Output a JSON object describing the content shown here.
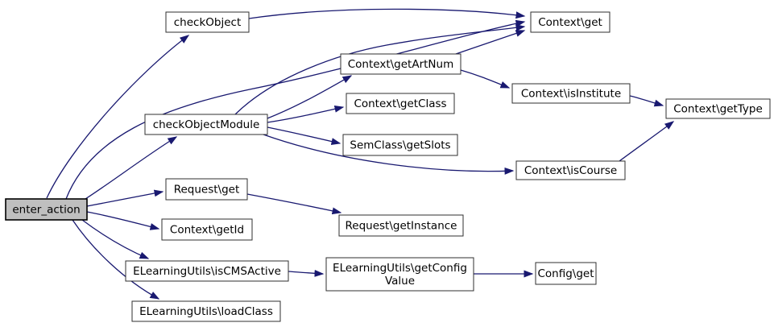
{
  "diagram": {
    "kind": "call-graph",
    "root_function": "enter_action",
    "colors": {
      "edge": "#191970",
      "node_fill": "#ffffff",
      "node_border": "#2f2f2f",
      "root_node_fill": "#bfbfbf",
      "text": "#000000",
      "background": "#ffffff"
    },
    "nodes": {
      "enter_action": {
        "label": "enter_action"
      },
      "check_object": {
        "label": "checkObject"
      },
      "check_object_module": {
        "label": "checkObjectModule"
      },
      "context_get": {
        "label": "Context\\get"
      },
      "context_get_art_num": {
        "label": "Context\\getArtNum"
      },
      "context_get_class": {
        "label": "Context\\getClass"
      },
      "sem_class_get_slots": {
        "label": "SemClass\\getSlots"
      },
      "context_is_institute": {
        "label": "Context\\isInstitute"
      },
      "context_get_type": {
        "label": "Context\\getType"
      },
      "context_is_course": {
        "label": "Context\\isCourse"
      },
      "request_get": {
        "label": "Request\\get"
      },
      "context_get_id": {
        "label": "Context\\getId"
      },
      "request_get_instance": {
        "label": "Request\\getInstance"
      },
      "elearning_utils_is_cms_active": {
        "label": "ELearningUtils\\isCMSActive"
      },
      "elearning_utils_get_config_value": {
        "line1": "ELearningUtils\\getConfig",
        "line2": "Value"
      },
      "config_get": {
        "label": "Config\\get"
      },
      "elearning_utils_load_class": {
        "label": "ELearningUtils\\loadClass"
      }
    },
    "edges": [
      {
        "from": "enter_action",
        "to": "checkObject"
      },
      {
        "from": "enter_action",
        "to": "checkObjectModule"
      },
      {
        "from": "enter_action",
        "to": "Context\\get"
      },
      {
        "from": "enter_action",
        "to": "Request\\get"
      },
      {
        "from": "enter_action",
        "to": "Context\\getId"
      },
      {
        "from": "enter_action",
        "to": "ELearningUtils\\isCMSActive"
      },
      {
        "from": "enter_action",
        "to": "ELearningUtils\\loadClass"
      },
      {
        "from": "checkObject",
        "to": "Context\\get"
      },
      {
        "from": "checkObjectModule",
        "to": "Context\\get"
      },
      {
        "from": "checkObjectModule",
        "to": "Context\\getArtNum"
      },
      {
        "from": "checkObjectModule",
        "to": "Context\\getClass"
      },
      {
        "from": "checkObjectModule",
        "to": "SemClass\\getSlots"
      },
      {
        "from": "checkObjectModule",
        "to": "Context\\isCourse"
      },
      {
        "from": "Context\\getArtNum",
        "to": "Context\\get"
      },
      {
        "from": "Context\\getArtNum",
        "to": "Context\\isInstitute"
      },
      {
        "from": "Context\\isInstitute",
        "to": "Context\\getType"
      },
      {
        "from": "Context\\isCourse",
        "to": "Context\\getType"
      },
      {
        "from": "Request\\get",
        "to": "Request\\getInstance"
      },
      {
        "from": "ELearningUtils\\isCMSActive",
        "to": "ELearningUtils\\getConfigValue"
      },
      {
        "from": "ELearningUtils\\getConfigValue",
        "to": "Config\\get"
      }
    ]
  }
}
